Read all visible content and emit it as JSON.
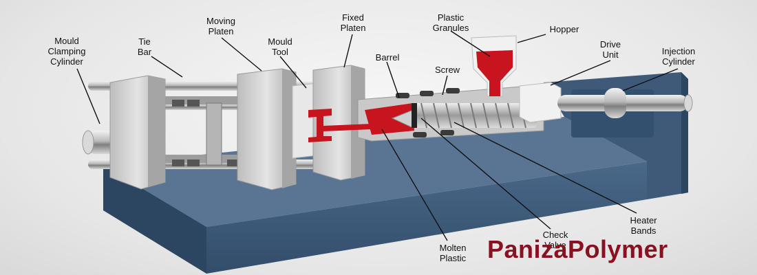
{
  "diagram": {
    "labels": {
      "mould_clamping_cylinder": "Mould\nClamping\nCylinder",
      "tie_bar": "Tie\nBar",
      "moving_platen": "Moving\nPlaten",
      "mould_tool": "Mould\nTool",
      "fixed_platen": "Fixed\nPlaten",
      "barrel": "Barrel",
      "plastic_granules": "Plastic\nGranules",
      "screw": "Screw",
      "hopper": "Hopper",
      "drive_unit": "Drive\nUnit",
      "injection_cylinder": "Injection\nCylinder",
      "heater_bands": "Heater\nBands",
      "check_valve": "Check\nValve",
      "molten_plastic": "Molten\nPlastic"
    },
    "watermark": "PanizaPolymer",
    "colors": {
      "base": "#3e5a78",
      "base_dark": "#2c4560",
      "metal": "#c9c9c9",
      "plastic": "#c8141e",
      "brand": "#8a1220"
    }
  }
}
